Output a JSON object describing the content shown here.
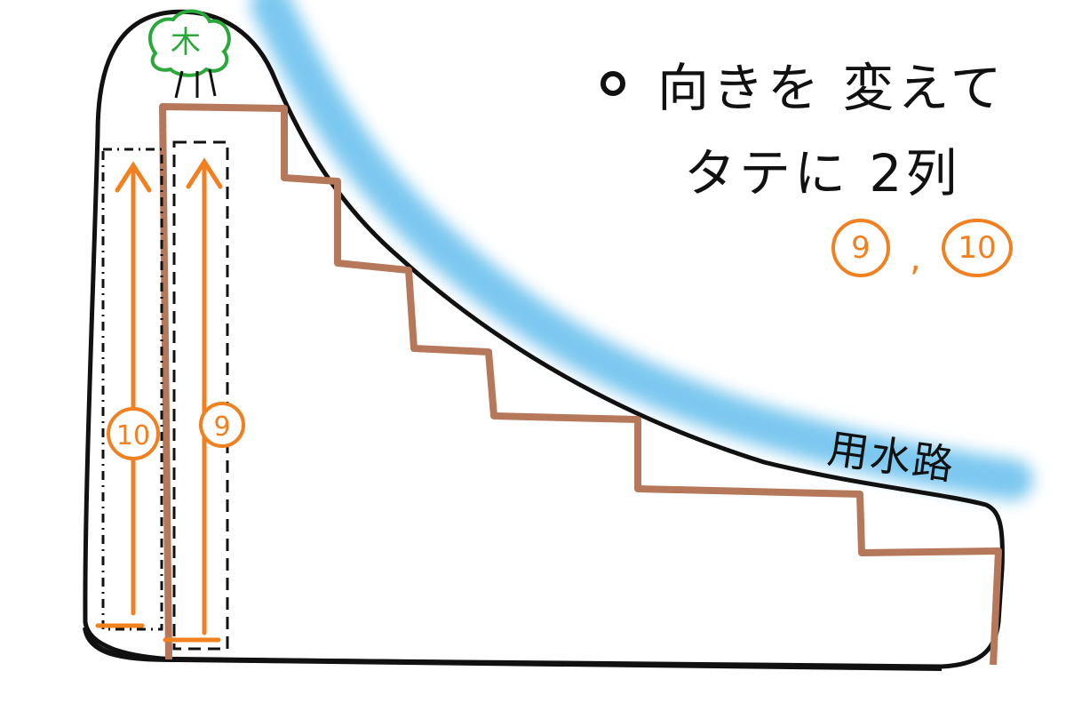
{
  "note": {
    "line1": "向きを 変えて",
    "line2": "タテに 2列",
    "order": [
      "⑨",
      "⑩"
    ],
    "order_label_9": "9",
    "order_separator": ",",
    "order_label_10": "10"
  },
  "labels": {
    "tree": "木",
    "canal": "用水路",
    "column_left": "10",
    "column_right": "9"
  },
  "colors": {
    "outline": "#111111",
    "terrace": "#b5785a",
    "arrow": "#f08020",
    "water": "#7cc8f0",
    "tree": "#2aa83a"
  },
  "icons": {
    "tree": "tree-icon",
    "bullet": "bullet-point"
  }
}
